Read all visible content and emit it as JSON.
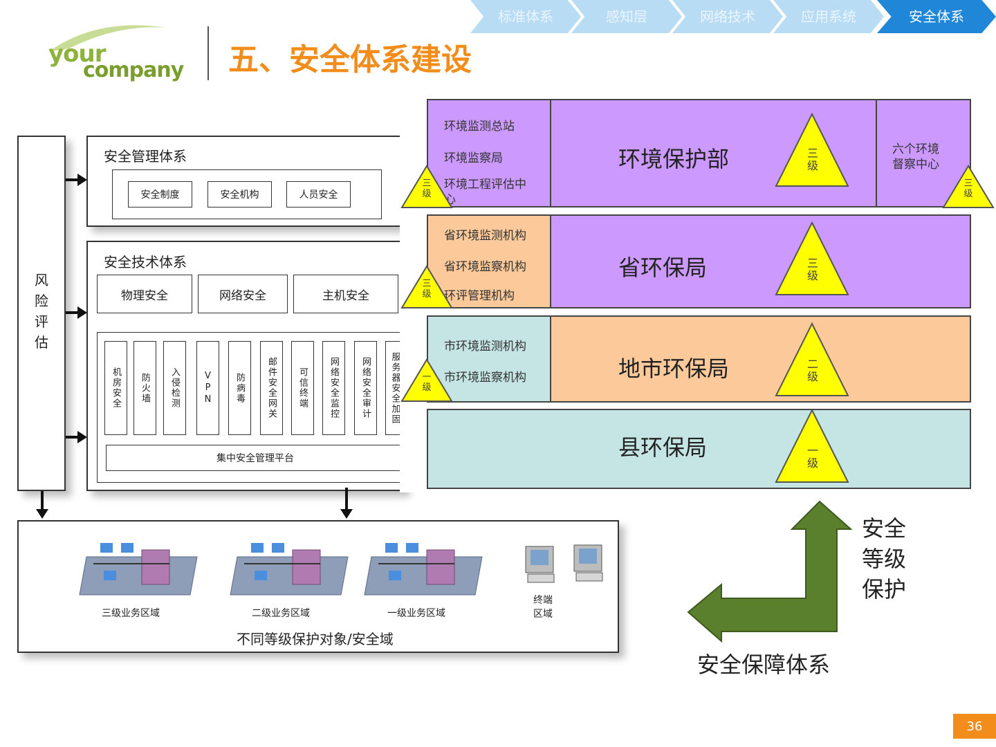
{
  "nav": [
    "标准体系",
    "感知层",
    "网络技术",
    "应用系统",
    "安全体系"
  ],
  "logo": {
    "line1": "your",
    "line2": "company"
  },
  "title": "五、安全体系建设",
  "left_diagram": {
    "risk": "风险评估",
    "mgmt_title": "安全管理体系",
    "mgmt_items": [
      "安全制度",
      "安全机构",
      "人员安全"
    ],
    "tech_title": "安全技术体系",
    "tech_items": [
      "物理安全",
      "网络安全",
      "主机安全"
    ],
    "tech_cells": [
      "机房安全",
      "防火墙",
      "入侵检测",
      "VPN",
      "防病毒",
      "邮件安全网关",
      "可信终端",
      "网络安全监控",
      "网络安全审计",
      "服务器安全加固"
    ],
    "platform": "集中安全管理平台",
    "zones": [
      "三级业务区域",
      "二级业务区域",
      "一级业务区域"
    ],
    "terminal": "终端区域",
    "bottom_label": "不同等级保护对象/安全域"
  },
  "levels": {
    "row1": {
      "left_items": [
        "环境监测总站",
        "环境监察局",
        "环境工程评估中心"
      ],
      "center": "环境保护部",
      "right": "六个环境督察中心"
    },
    "row2": {
      "left_items": [
        "省环境监测机构",
        "省环境监察机构",
        "环评管理机构"
      ],
      "center": "省环保局"
    },
    "row3": {
      "left_items": [
        "市环境监测机构",
        "市环境监察机构"
      ],
      "center": "地市环保局"
    },
    "row4": {
      "center": "县环保局"
    },
    "tri_labels": {
      "l3": "三级",
      "l2": "二级",
      "l1": "一级"
    }
  },
  "arrows": {
    "vertical_label": "安全等级保护",
    "horizontal_label": "安全保障体系"
  },
  "page_number": "36",
  "colors": {
    "purple": "#cc99ff",
    "orange": "#fbc99a",
    "teal": "#c5e4e4",
    "yellow": "#ffff00",
    "green_arrow": "#5a7f2d",
    "title_orange": "#f28c1b",
    "nav_active": "#1f86d8"
  }
}
